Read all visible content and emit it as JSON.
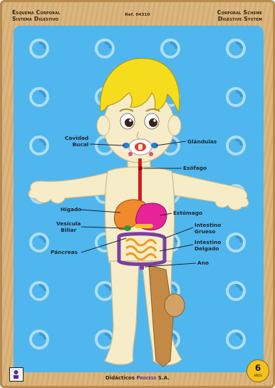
{
  "header": {
    "title_es_line1": "Esquema Corporal",
    "title_es_line2": "Sistema Digestivo",
    "ref": "Ref. 04310",
    "title_en_line1": "Corporal Scheme",
    "title_en_line2": "Digestive System"
  },
  "labels": {
    "cavidad_line1": "Cavidad",
    "cavidad_line2": "Bucal",
    "glandulas": "Glándulas",
    "esofago": "Esófago",
    "higado": "Hígado",
    "estomago": "Estómago",
    "vesicula_line1": "Vesícula",
    "vesicula_line2": "Biliar",
    "intestino_grueso_line1": "Intestino",
    "intestino_grueso_line2": "Grueso",
    "pancreas": "Páncreas",
    "intestino_delgado_line1": "Intestino",
    "intestino_delgado_line2": "Delgado",
    "ano": "Ano"
  },
  "footer": {
    "prefix": "Didácticos",
    "brand": "Proceso",
    "suffix": "S.A."
  },
  "age_badge": {
    "number": "6",
    "text": "AÑOS"
  },
  "colors": {
    "board": "#d9b27a",
    "panel": "#4fb6ee",
    "skin": "#f6ecc8",
    "hair": "#f5dd1e",
    "liver": "#f08a2a",
    "stomach": "#e8239a",
    "intestine": "#f09a1e",
    "esophagus": "#cc1f22"
  },
  "icons": [
    "swirl-pattern-icon",
    "brand-logo-icon",
    "age-badge-icon"
  ]
}
